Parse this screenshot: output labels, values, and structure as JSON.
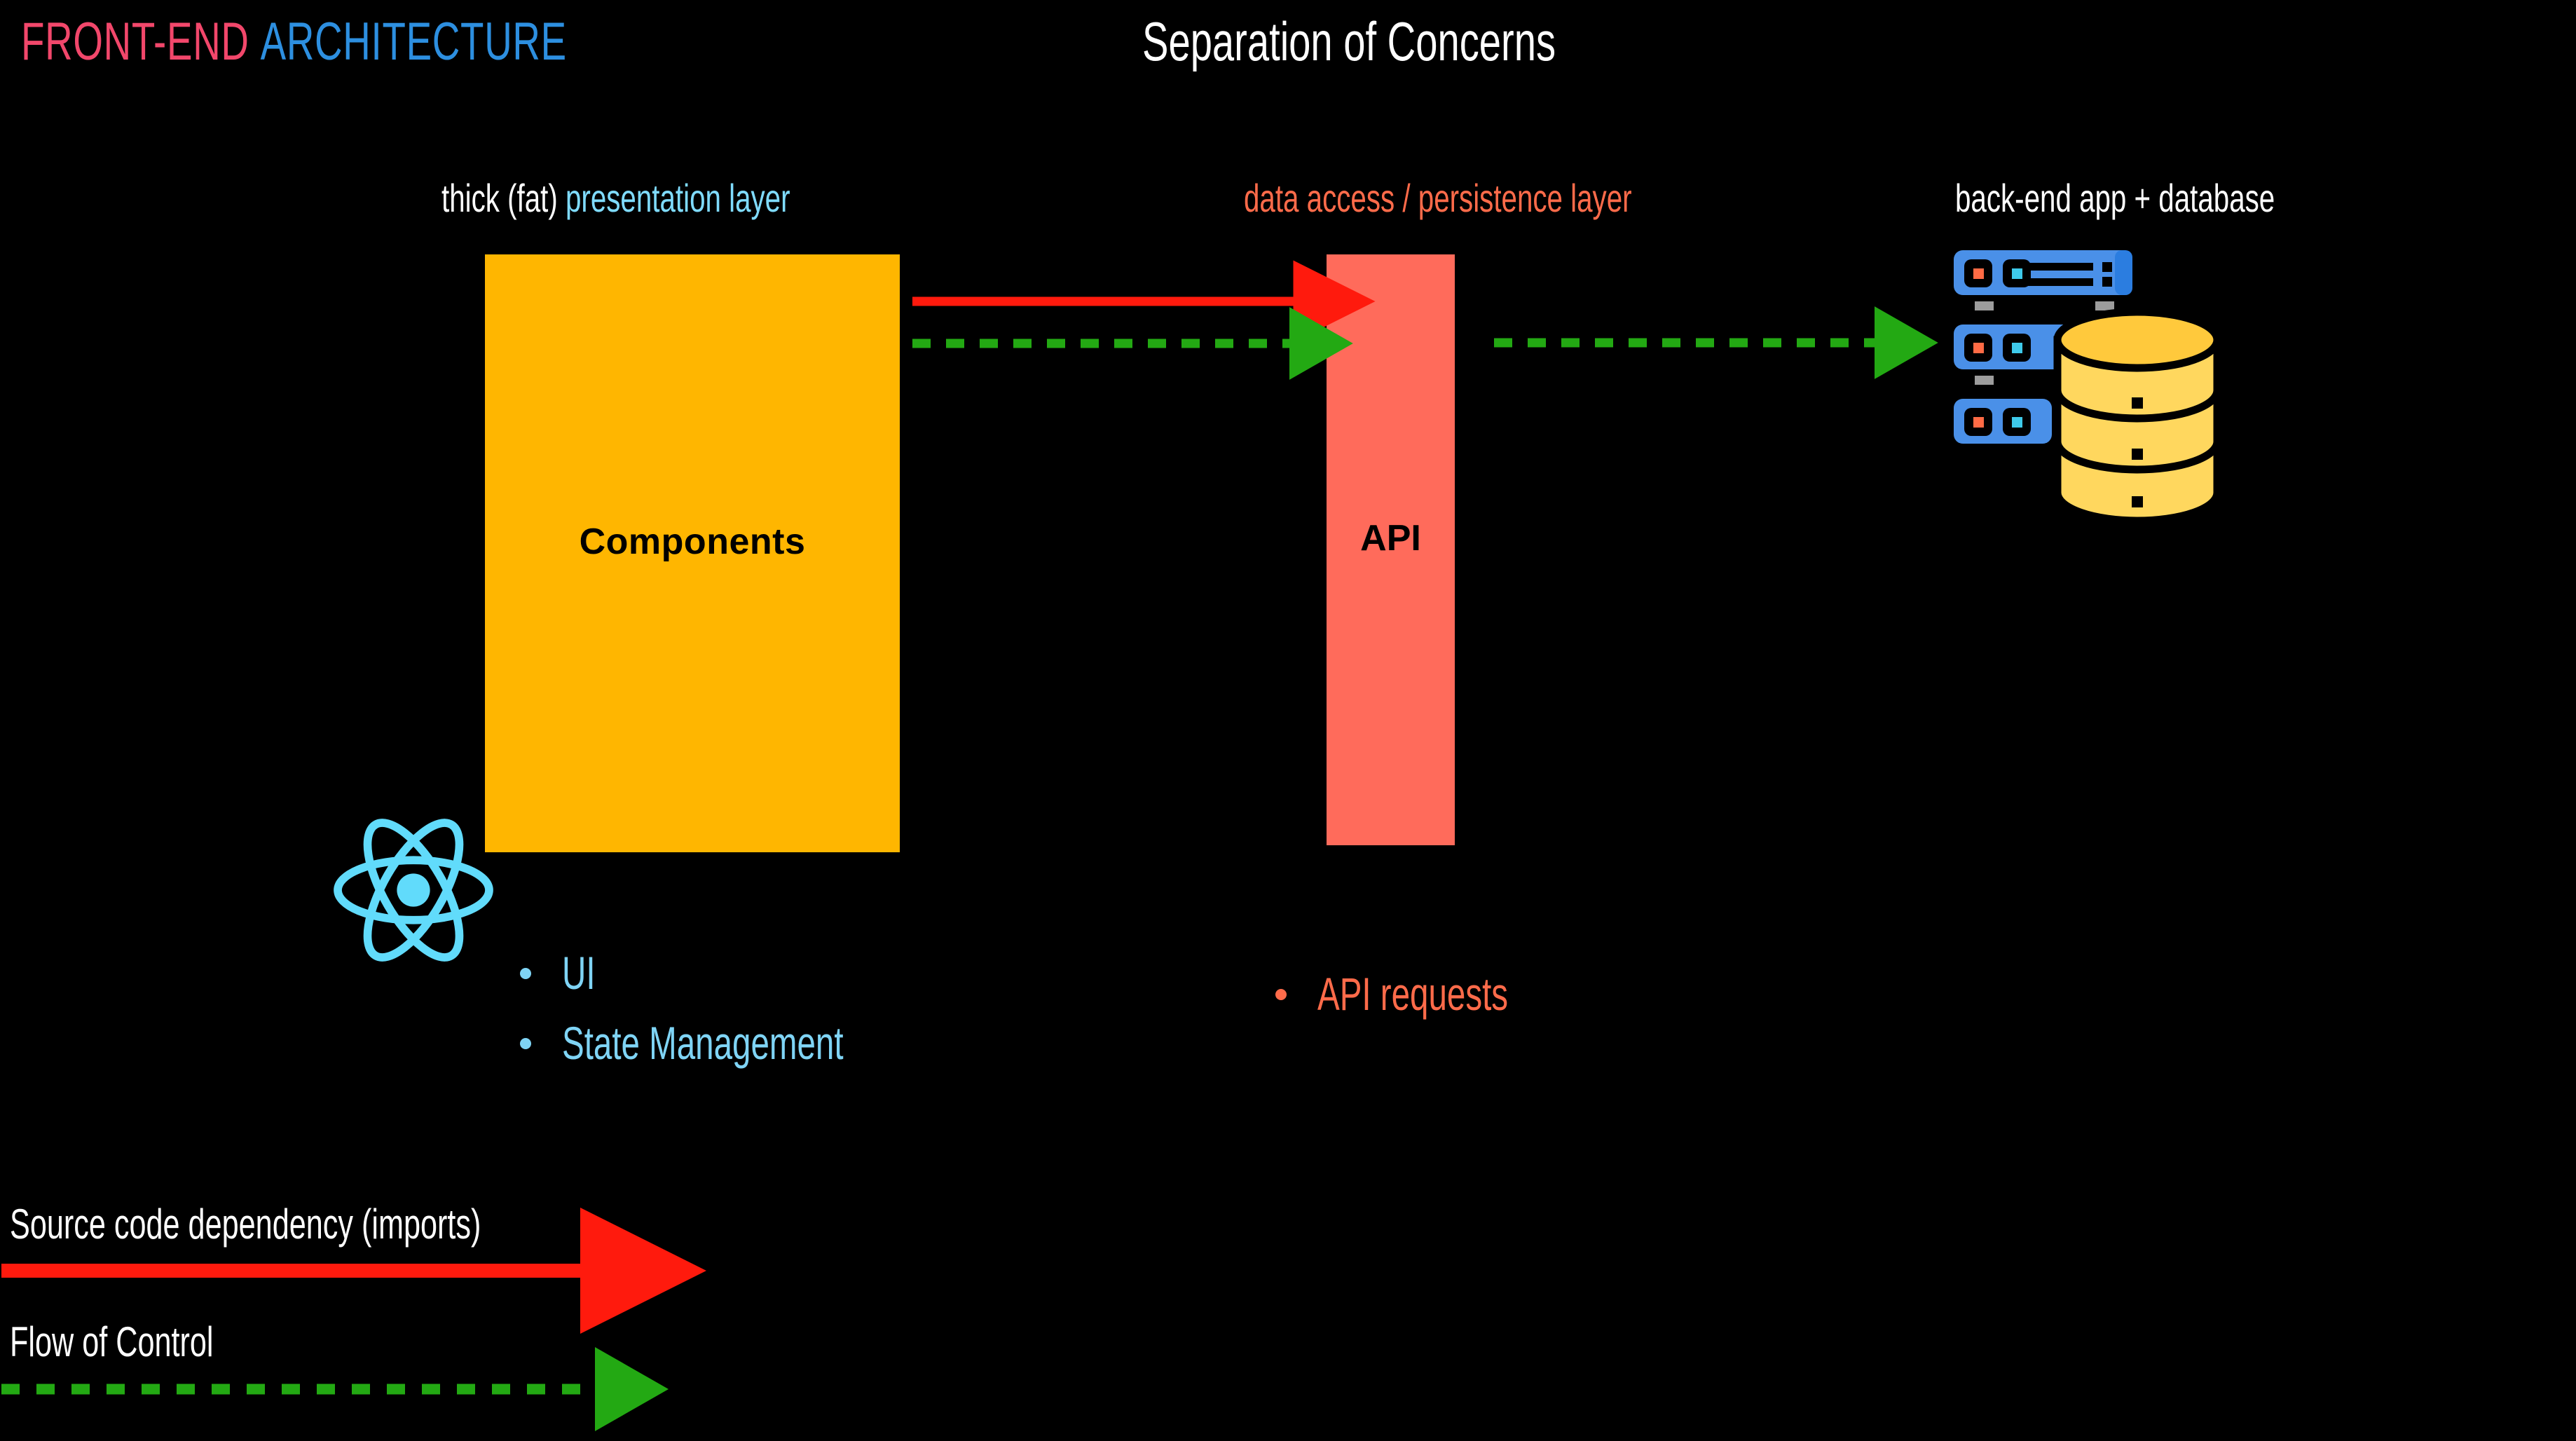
{
  "slide": {
    "background_color": "#000000",
    "deck_title": {
      "primary": "FRONT-END",
      "primary_color": "#F2476B",
      "secondary": "ARCHITECTURE",
      "secondary_color": "#2D8FE0"
    },
    "heading": "Separation of Concerns",
    "heading_color": "#FFFFFF"
  },
  "captions": {
    "presentation_white": "thick (fat)",
    "presentation_accent": "presentation layer",
    "presentation_accent_color": "#7FDBFF",
    "data_access": "data access / persistence layer",
    "data_access_color": "#FF6B4A",
    "backend": "back-end app + database",
    "backend_color": "#FFFFFF"
  },
  "boxes": {
    "components": {
      "label": "Components",
      "fill": "#FFB600",
      "text_color": "#000000"
    },
    "api": {
      "label": "API",
      "fill": "#FF6B5B",
      "text_color": "#000000"
    }
  },
  "icons": {
    "react_logo": "react-atom-icon",
    "react_color": "#61DBFB",
    "server_rack": "server-rack-icon",
    "server_color": "#4A90E8",
    "database": "database-cylinder-icon",
    "database_color": "#FFD75E",
    "led_active": "#FF6B45",
    "led_status": "#3ECAEA"
  },
  "bullets": {
    "presentation": [
      {
        "label": "UI"
      },
      {
        "label": "State Management"
      }
    ],
    "presentation_color": "#7FD4F5",
    "data_access": [
      {
        "label": "API requests"
      }
    ],
    "data_access_color": "#FF6B4A"
  },
  "legend": {
    "dependency": {
      "label": "Source code dependency (imports)",
      "style": "solid",
      "color": "#FF1A0D"
    },
    "flow": {
      "label": "Flow of Control",
      "style": "dashed",
      "color": "#23A913"
    }
  },
  "connectors": [
    {
      "name": "components-to-api-dependency",
      "style": "solid",
      "color": "#FF1A0D",
      "from": "Components",
      "to": "API"
    },
    {
      "name": "components-to-api-flow",
      "style": "dashed",
      "color": "#23A913",
      "from": "Components",
      "to": "API"
    },
    {
      "name": "api-to-backend-flow",
      "style": "dashed",
      "color": "#23A913",
      "from": "API",
      "to": "back-end app + database"
    }
  ]
}
